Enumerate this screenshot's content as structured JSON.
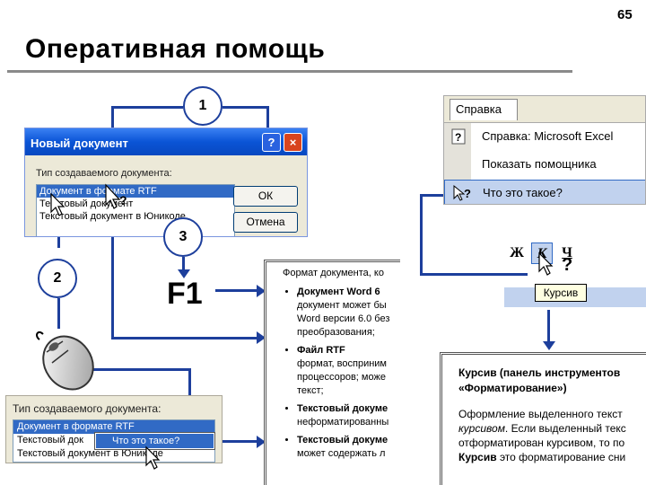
{
  "slide": {
    "page_number": "65",
    "title": "Оперативная помощь"
  },
  "steps": {
    "one": "1",
    "two": "2",
    "three": "3",
    "f1": "F1"
  },
  "dialog": {
    "title": "Новый документ",
    "help_button": "?",
    "close_button": "×",
    "label": "Тип создаваемого документа:",
    "items": [
      "Документ в формате RTF",
      "Текстовый документ",
      "Текстовый документ в Юникоде"
    ],
    "ok": "ОК",
    "cancel": "Отмена"
  },
  "dialog_bottom": {
    "label": "Тип создаваемого документа:",
    "items": [
      "Документ в формате RTF",
      "Текстовый док",
      "Текстовый документ в Юникоде"
    ],
    "context_item": "Что это такое?"
  },
  "help_panel": {
    "title": "Формат документа, ко",
    "items": [
      {
        "bold": "Документ Word 6",
        "lines": [
          "документ может бы",
          "Word версии 6.0 без",
          "преобразования;"
        ]
      },
      {
        "bold": "Файл RTF",
        "lines": [
          "формат, восприним",
          "процессоров; може",
          "текст;"
        ]
      },
      {
        "bold": "Текстовый докуме",
        "lines": [
          "неформатированны"
        ]
      },
      {
        "bold": "Текстовый докуме",
        "lines": [
          "может содержать л"
        ]
      }
    ]
  },
  "menu": {
    "header": "Справка",
    "items": [
      "Справка: Microsoft Excel",
      "Показать помощника",
      "Что это такое?"
    ],
    "icons": [
      "help-book-icon",
      "whats-this-icon"
    ]
  },
  "toolbar": {
    "bold": "Ж",
    "italic": "К",
    "underline": "Ч",
    "tooltip": "Курсив",
    "question": "?"
  },
  "right_help": {
    "title_lines": [
      "Курсив (панель инструментов",
      "«Форматирование»)"
    ],
    "body_lines": [
      {
        "plain": "Оформление выделенного текст",
        "italic": ""
      },
      {
        "plain": "",
        "italic": "курсивом",
        "rest": ". Если выделенный текс"
      },
      {
        "plain": "отформатирован курсивом, то по",
        "italic": ""
      },
      {
        "bold": "Курсив",
        "rest": " это форматирование сни"
      }
    ]
  },
  "colors": {
    "connector": "#1d3f9c",
    "title_rule": "#8a8a8a",
    "xp_title": "#0a54d6",
    "selection": "#316ac5",
    "menu_highlight": "#c1d2ee"
  }
}
